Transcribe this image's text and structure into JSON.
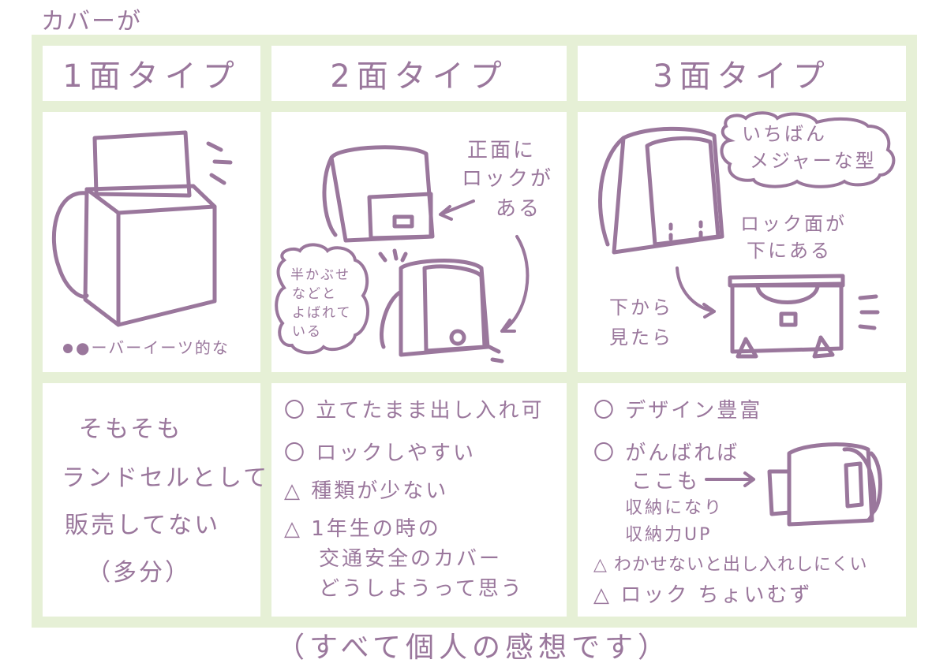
{
  "header": {
    "top_label": "カバーが"
  },
  "columns": [
    {
      "title": "1面タイプ"
    },
    {
      "title": "2面タイプ"
    },
    {
      "title": "3面タイプ"
    }
  ],
  "illustrations": {
    "col1": {
      "caption": "●ーバーイーツ的な"
    },
    "col2": {
      "callout": [
        "正面に",
        "ロックが",
        "ある"
      ],
      "bubble": [
        "半かぶせ",
        "などと",
        "よばれて",
        "いる"
      ]
    },
    "col3": {
      "bubble": [
        "いちばん",
        "メジャーな型"
      ],
      "callout": [
        "ロック面が",
        "下にある"
      ],
      "from_below": [
        "下から",
        "見たら"
      ]
    }
  },
  "notes": {
    "col1": [
      "そもそも",
      "ランドセルとして",
      "販売してない",
      "（多分）"
    ],
    "col2": [
      "〇 立てたまま出し入れ可",
      "〇 ロックしやすい",
      "△ 種類が少ない",
      "△ 1年生の時の",
      "交通安全のカバー",
      "どうしようって思う"
    ],
    "col3": [
      "〇 デザイン豊富",
      "〇 がんばれば",
      "ここも",
      "収納になり",
      "収納力UP",
      "△ わかせないと出し入れしにくい",
      "△ ロック ちょいむず"
    ]
  },
  "footer": {
    "text": "（すべて個人の感想です）"
  },
  "colors": {
    "ink": "#9a779c",
    "grid": "#e6f0d6",
    "background": "#ffffff"
  }
}
